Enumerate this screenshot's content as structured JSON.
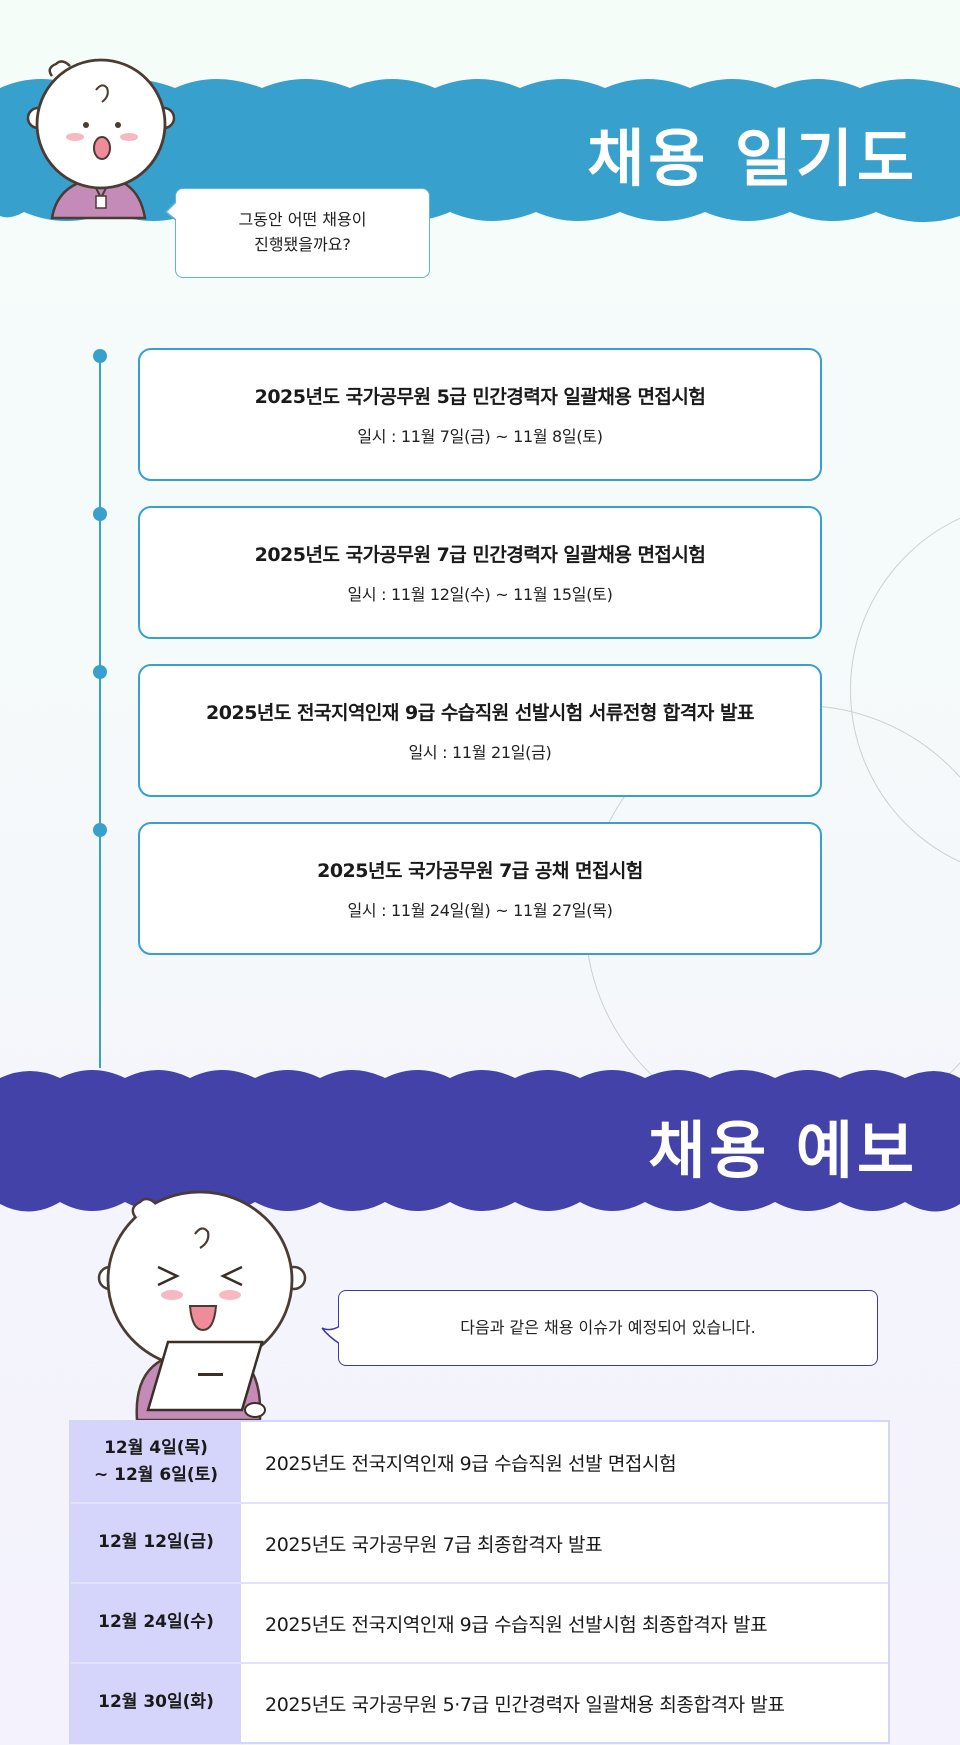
{
  "colors": {
    "timeline_blue": "#38a0cd",
    "forecast_indigo": "#4242a8",
    "table_date_bg": "#d5d4fb",
    "shirt_purple": "#c48bb8"
  },
  "history_section": {
    "title": "채용 일기도",
    "bubble_lines": [
      "그동안 어떤 채용이",
      "진행됐을까요?"
    ],
    "events": [
      {
        "title": "2025년도 국가공무원 5급 민간경력자 일괄채용 면접시험",
        "date": "일시 : 11월 7일(금) ~ 11월 8일(토)"
      },
      {
        "title": "2025년도 국가공무원 7급 민간경력자 일괄채용 면접시험",
        "date": "일시 : 11월 12일(수) ~ 11월 15일(토)"
      },
      {
        "title": "2025년도 전국지역인재 9급 수습직원 선발시험 서류전형 합격자 발표",
        "date": "일시 : 11월 21일(금)"
      },
      {
        "title": "2025년도 국가공무원 7급 공채 면접시험",
        "date": "일시 : 11월 24일(월) ~ 11월 27일(목)"
      }
    ]
  },
  "forecast_section": {
    "title": "채용 예보",
    "bubble_text": "다음과 같은 채용 이슈가 예정되어 있습니다.",
    "schedule": [
      {
        "date_lines": [
          "12월 4일(목)",
          "~ 12월 6일(토)"
        ],
        "description": "2025년도 전국지역인재 9급 수습직원 선발 면접시험"
      },
      {
        "date_lines": [
          "12월 12일(금)"
        ],
        "description": "2025년도 국가공무원 7급 최종합격자 발표"
      },
      {
        "date_lines": [
          "12월 24일(수)"
        ],
        "description": "2025년도 전국지역인재 9급 수습직원 선발시험 최종합격자 발표"
      },
      {
        "date_lines": [
          "12월 30일(화)"
        ],
        "description": "2025년도 국가공무원 5·7급 민간경력자 일괄채용 최종합격자 발표"
      }
    ]
  }
}
